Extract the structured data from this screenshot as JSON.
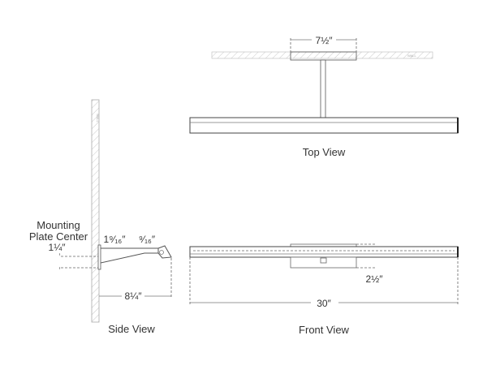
{
  "side_view": {
    "title": "Side View",
    "wall_label": "WALL",
    "mounting_label_line1": "Mounting",
    "mounting_label_line2": "Plate Center",
    "mounting_dim": "1¼″",
    "arm_dim_1": "1⁹⁄₁₆″",
    "arm_dim_2": "⁹⁄₁₆″",
    "extension_dim": "8¼″"
  },
  "top_view": {
    "title": "Top View",
    "wall_label": "WALL",
    "plate_width_dim": "7½″"
  },
  "front_view": {
    "title": "Front View",
    "height_dim": "2½″",
    "width_dim": "30″"
  }
}
